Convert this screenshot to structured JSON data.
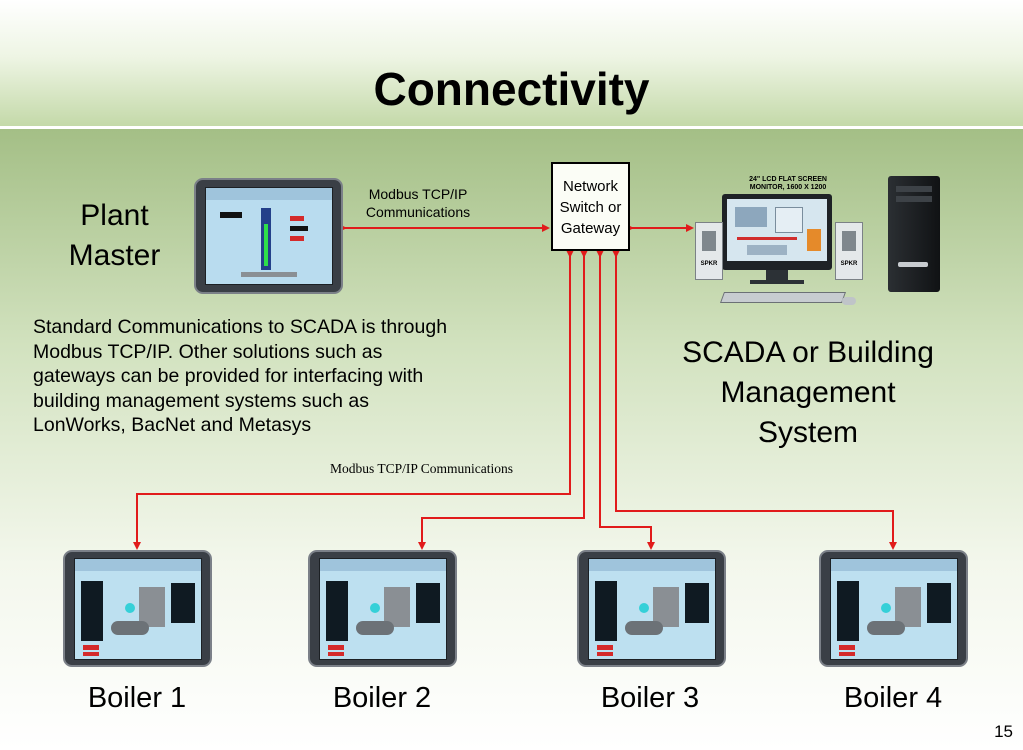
{
  "slide": {
    "title": "Connectivity",
    "page_number": "15"
  },
  "diagram": {
    "plant_master": {
      "line1": "Plant",
      "line2": "Master"
    },
    "top_link_label": {
      "line1": "Modbus TCP/IP",
      "line2": "Communications"
    },
    "network_box": {
      "line1": "Network",
      "line2": "Switch or",
      "line3": "Gateway"
    },
    "scada": {
      "line1": "SCADA or Building",
      "line2": "Management",
      "line3": "System"
    },
    "monitor_label": {
      "line1": "24\" LCD FLAT SCREEN",
      "line2": "MONITOR, 1600 X 1200"
    },
    "speaker_label": "SPKR",
    "body_text": [
      "Standard Communications to SCADA is through",
      "Modbus TCP/IP.  Other solutions such as",
      "gateways can be provided for interfacing with",
      "building management systems such as",
      "LonWorks, BacNet and Metasys"
    ],
    "bottom_link_label": "Modbus TCP/IP Communications",
    "boilers": [
      "Boiler 1",
      "Boiler 2",
      "Boiler 3",
      "Boiler 4"
    ],
    "link_color": "#e11b1b"
  }
}
